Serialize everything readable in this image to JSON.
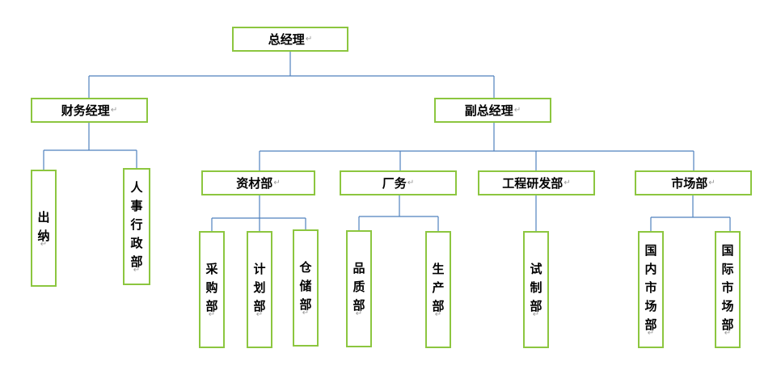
{
  "para_mark": "↵",
  "line_color": "#4f81bd",
  "box_border_color": "#8cc63f",
  "nodes": {
    "ceo": "总经理",
    "finance_manager": "财务经理",
    "deputy_gm": "副总经理",
    "cashier": "出纳",
    "hr_admin": "人事行政部",
    "materials": "资材部",
    "factory": "厂务",
    "engineering_rd": "工程研发部",
    "marketing": "市场部",
    "purchasing": "采购部",
    "planning": "计划部",
    "warehouse": "仓储部",
    "quality": "品质部",
    "production": "生产部",
    "trial_production": "试制部",
    "domestic_market": "国内市场部",
    "international_market": "国际市场部"
  }
}
